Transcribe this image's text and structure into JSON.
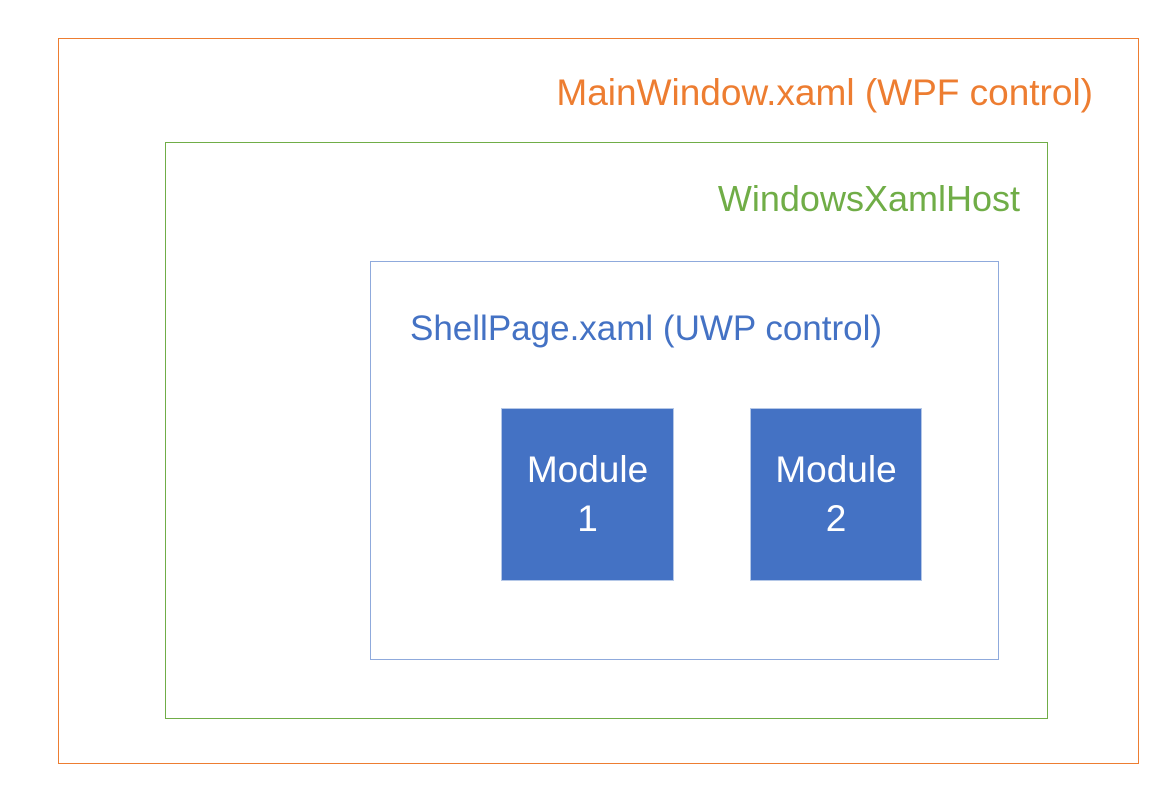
{
  "colors": {
    "main_window": "#ED7D31",
    "host": "#70AD47",
    "shell": "#4472C4",
    "module_fill": "#4472C4"
  },
  "main_window": {
    "label": "MainWindow.xaml (WPF control)"
  },
  "host": {
    "label": "WindowsXamlHost"
  },
  "shell": {
    "label": "ShellPage.xaml (UWP control)"
  },
  "modules": [
    {
      "line1": "Module",
      "line2": "1"
    },
    {
      "line1": "Module",
      "line2": "2"
    }
  ]
}
